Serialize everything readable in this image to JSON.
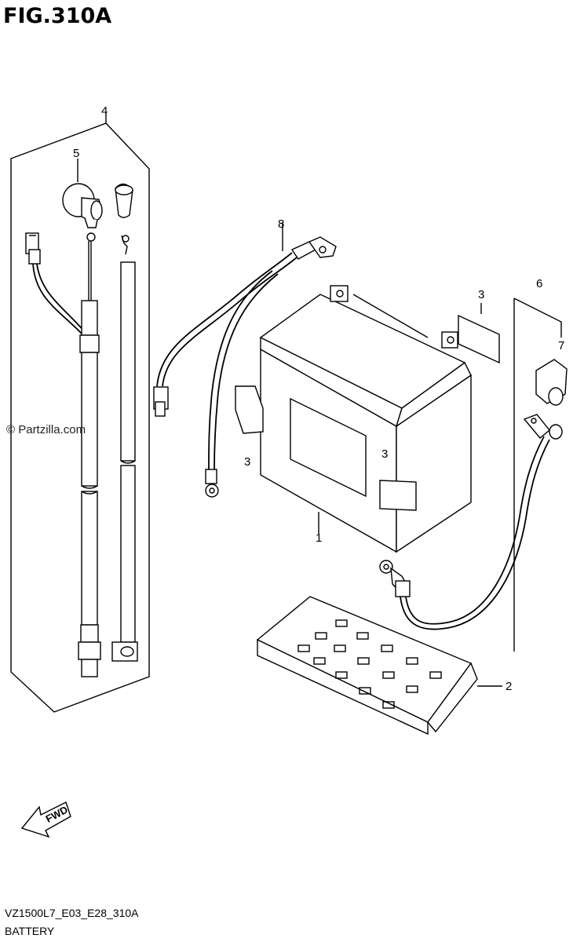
{
  "figure": {
    "title": "FIG.310A",
    "code": "VZ1500L7_E03_E28_310A",
    "name": "BATTERY",
    "watermark": "© Partzilla.com",
    "fwd_label": "FWD"
  },
  "callouts": [
    {
      "id": "1",
      "label": "1"
    },
    {
      "id": "2",
      "label": "2"
    },
    {
      "id": "3a",
      "label": "3"
    },
    {
      "id": "3b",
      "label": "3"
    },
    {
      "id": "3c",
      "label": "3"
    },
    {
      "id": "4",
      "label": "4"
    },
    {
      "id": "5",
      "label": "5"
    },
    {
      "id": "6",
      "label": "6"
    },
    {
      "id": "7",
      "label": "7"
    },
    {
      "id": "8",
      "label": "8"
    }
  ]
}
